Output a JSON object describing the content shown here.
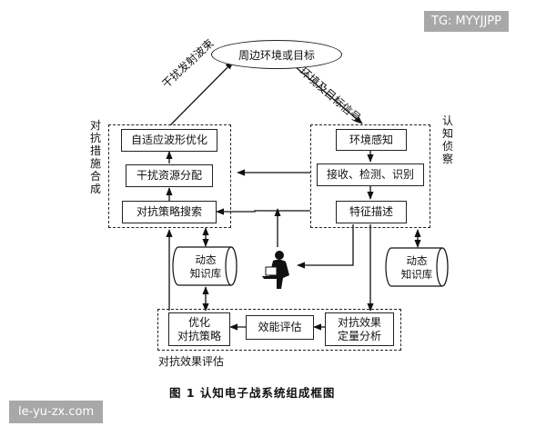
{
  "watermark_top": "TG: MYYJJPP",
  "watermark_bottom": "le-yu-zx.com",
  "top_node": "周边环境或目标",
  "edge_left": "干扰发射波束",
  "edge_right": "环境及目标信号",
  "group_left_label": "对抗措施合成",
  "group_right_label": "认知侦察",
  "group_bottom_label": "对抗效果评估",
  "left_boxes": [
    "自适应波形优化",
    "干扰资源分配",
    "对抗策略搜索"
  ],
  "right_boxes": [
    "环境感知",
    "接收、检测、识别",
    "特征描述"
  ],
  "bottom_boxes": {
    "opt_line1": "优化",
    "opt_line2": "对抗策略",
    "perf": "效能评估",
    "quant_line1": "对抗效果",
    "quant_line2": "定量分析"
  },
  "kb_left": {
    "line1": "动态",
    "line2": "知识库"
  },
  "kb_right": {
    "line1": "动态",
    "line2": "知识库"
  },
  "caption": "图 1   认知电子战系统组成框图"
}
